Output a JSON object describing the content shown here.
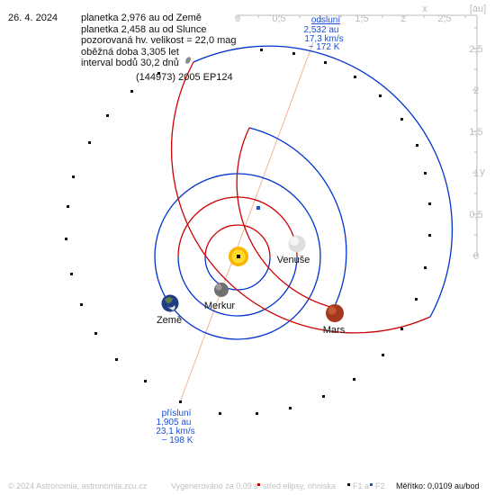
{
  "date": "26. 4. 2024",
  "info_lines": [
    "planetka 2,976 au od Země",
    "planetka 2,458 au od Slunce",
    "pozorovaná hv. velikost = 22,0 mag",
    "oběžná doba 3,305 let",
    "interval bodů 30,2 dnů"
  ],
  "object_name": "(144973) 2005 EP124",
  "axis": {
    "x_ticks": [
      "0",
      "0,5",
      "1",
      "1,5",
      "2",
      "2,5"
    ],
    "y_ticks": [
      "2,5",
      "2",
      "1,5",
      "1",
      "0,5",
      "0"
    ],
    "x_label": "x",
    "y_label": "y",
    "unit": "[au]"
  },
  "aphelion": {
    "label": "odsluní",
    "distance": "2,532 au",
    "speed": "17,3 km/s",
    "temp": "~ 172 K"
  },
  "perihelion": {
    "label": "přísluní",
    "distance": "1,905 au",
    "speed": "23,1 km/s",
    "temp": "~ 198 K"
  },
  "planets": [
    {
      "name": "Venuše"
    },
    {
      "name": "Merkur"
    },
    {
      "name": "Země"
    },
    {
      "name": "Mars"
    }
  ],
  "footer": {
    "copyright": "© 2024 Astronomia, astronomia.zcu.cz",
    "generated": "Vygenerováno za 0,09 s",
    "legend_center": "střed elipsy, ohniska",
    "legend_f1": "F1 a",
    "legend_f2": "F2",
    "scale": "Měřítko: 0,0109 au/bod"
  },
  "colors": {
    "blue": "#0033cc",
    "red": "#cc0000",
    "axis": "#bbbbbb",
    "label_blue": "#1a4fd6"
  }
}
